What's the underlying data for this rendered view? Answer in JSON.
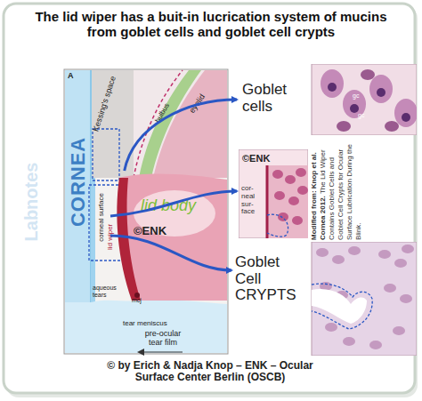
{
  "diagram": {
    "title": "The lid wiper has a buit-in lucrication system of mucins from goblet cells and goblet cell crypts",
    "caption": "© by Erich & Nadja Knop – ENK – Ocular Surface Center Berlin (OSCB)",
    "nodes": [
      {
        "text": [
          "lid body"
        ]
      },
      {
        "text": [
          "Goblet cells"
        ]
      },
      {
        "text": [
          "©ENK",
          "cor- neal sur- face"
        ]
      },
      {
        "text": [
          "Goblet Cell CRYPTS"
        ]
      }
    ],
    "edges": [
      {
        "from": 0,
        "to": 1,
        "arrow": "to"
      },
      {
        "from": 0,
        "to": 2,
        "arrow": "to"
      },
      {
        "from": 0,
        "to": 3,
        "arrow": "to"
      }
    ],
    "labels": [
      "A",
      "Kessing's space",
      "eyelid",
      "bulbus",
      "CORNEA",
      "corneal surface",
      "lid wiper",
      "©ENK",
      "aqueous tears",
      "mcj",
      "tear meniscus",
      "pre-ocular tear film",
      "gc",
      "gc",
      "Modified from: Knop et al. Cornea 2012.",
      "The Lid Wiper Contains Goblet Cells and Goblet Cell Crypts for Ocular Surface Lubrication During the Blink.",
      "Labnotes"
    ]
  }
}
